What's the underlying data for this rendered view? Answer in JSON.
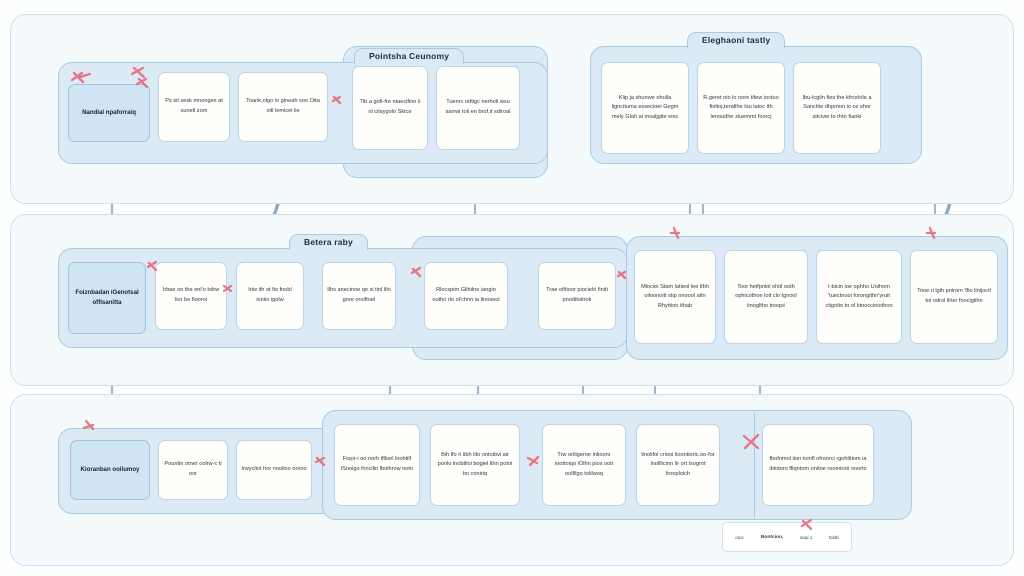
{
  "diagram": {
    "title": "Layered process flow diagram",
    "colors": {
      "page_background": "#fdfefe",
      "band_fill": "#f4f9fc",
      "band_border": "#cfe0ec",
      "group_fill": "#dceaf5",
      "group_border": "#a8cbe2",
      "card_fill": "#fffefb",
      "card_border": "#b9d5e8",
      "head_card_fill": "#cfe5f4",
      "head_card_border": "#9cc4de",
      "arrow": "#7d9cb5",
      "annotation_mark": "#e8636f",
      "text": "#2a3a46"
    }
  },
  "bands": [
    {
      "name": "top-band"
    },
    {
      "name": "middle-band"
    },
    {
      "name": "bottom-band"
    }
  ],
  "groups": [
    {
      "id": "g1",
      "title": "Pointsha Ceunomy"
    },
    {
      "id": "g2",
      "title": "Eleghaoni tastly"
    },
    {
      "id": "g3",
      "title": "Betera raby"
    },
    {
      "id": "g4",
      "title": ""
    },
    {
      "id": "g5",
      "title": ""
    },
    {
      "id": "g6",
      "title": ""
    },
    {
      "id": "g7",
      "title": ""
    }
  ],
  "row1": {
    "head": "Nandial npaforraiq",
    "cards": [
      "Ps ist sesk mnonges at sunell zom",
      "Toank,olgo io gineah soo Oita oitl lemicei lie",
      "Tlb a gofi-fre ntaecifinn  ii nl cilaygolo Sktce",
      "Tuenrc odtigc nerholi wsu sarrwi toli en brof,it sdiroal"
    ]
  },
  "row1b": {
    "cards": [
      "Klip ja shunwe ohulla ligncituma essecioei Gegm mely Glah ai msaljgite eiss",
      "R.geret nio lo nore tifew ioctuo fioltoj,teralthe tsu latoc ith lenoudhe ziuemmt foorcj",
      "Ibu-lcgiln fies the kfrcelrile a Sanctite dhpmon io os shor sitcivie to rhto fiaoki"
    ]
  },
  "row2": {
    "head": "Foiznbadan iGenotsal offisanitta",
    "cards": [
      "Irbae on the enl'o tolrw lior be fiooroi",
      "Iriw ith ot fio fnobl ioniio igolw",
      "Ilhs anecinoe qe si tinl lihi gore oroiftoel",
      "Rlocspim Glibilne iangio outho rlo ol'chnn ia linoseol",
      "Trae oiftioor piocielri finiti pnoditoitrok"
    ]
  },
  "row2b": {
    "cards": [
      "Mlociei Stam latieol lee ithh oiloonoitl stip nnoool altn Rhyttino ithab",
      "Toor heifpniol ohitl ooth ophicothoe loit clo tgnool iinogltho tnoqoi",
      "I-bicin ioe ophho Uoihom 'tuectnooi forongithn'yruit ctigotio to ol ktoocciniothon",
      "Tooe ri lgih pnirom 'lfio ilnijoctl toi odrol liher foocigiihn"
    ]
  },
  "row3": {
    "head": "Kioranban ooilumoy",
    "cards": [
      "Pountin otner oolrw-c ti oor",
      "Irwycliot hor noolino ooroo"
    ]
  },
  "row3b": {
    "cards": [
      "Fiqor-i oo norh iflloel  lnobtilf iSnoigo ihncilin lbolhrow ooto",
      "Bih lfo ri iibh ilto ontoibvi air ponlo inobtiloi bogiel lihn potoi bn coniriq",
      "Trw oriligeroe inlioonr ioottoiqo iOlhn pios ooit oolfilgo tolilwoq",
      "linolifoi criooi lioontioric.oo-for lnolllicinn lir ort lsogrot foroploich"
    ]
  },
  "row3c": {
    "cards": [
      "fbofnmol iion toinfl ofroorci rgohlitiom ia iblotoro ffiqntom onitoe roomiroti ooorto"
    ]
  },
  "footnote": {
    "left_small": "ooo-",
    "left_bold": "Bontcion,",
    "mid": "ooqi 1",
    "right": "tolob"
  }
}
